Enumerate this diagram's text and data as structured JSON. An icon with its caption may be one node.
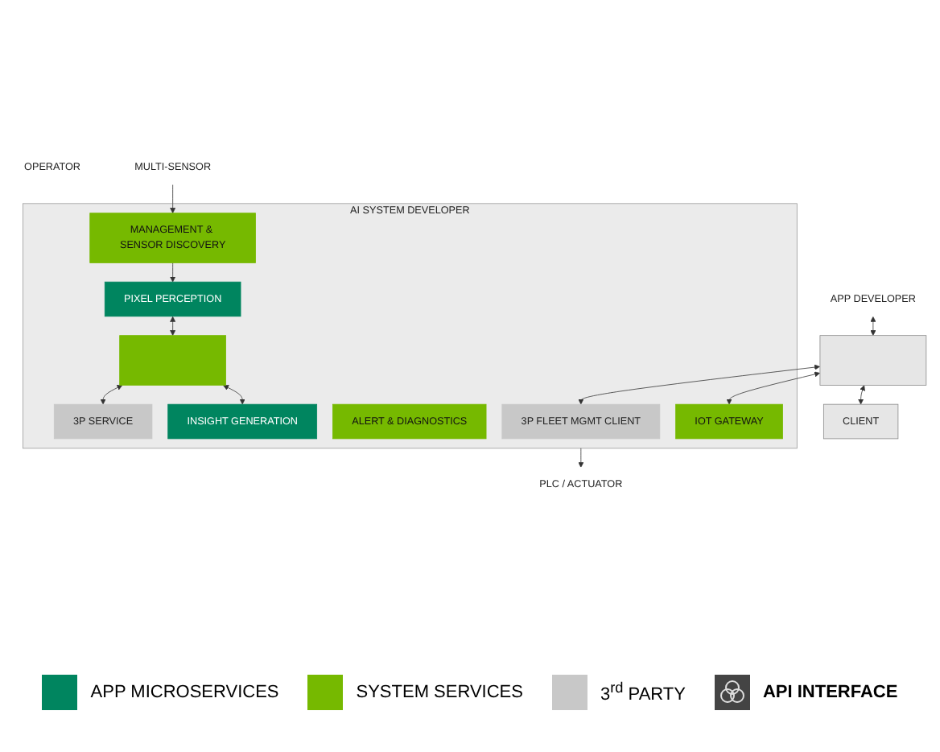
{
  "diagram": {
    "nodes": [
      {
        "text": [
          "APP DEVELOPER"
        ]
      },
      {
        "text": [],
        "shape": "box"
      },
      {
        "text": [
          "CLIENT"
        ]
      },
      {
        "text": [
          "OPERATOR"
        ]
      },
      {
        "text": [
          "AI SYSTEM DEVELOPER"
        ]
      },
      {
        "text": [
          "3P FLEET MGMT CLIENT"
        ],
        "in": 4
      },
      {
        "text": [
          "IOT GATEWAY"
        ],
        "in": 4
      },
      {
        "text": [
          "ALERT & DIAGNOSTICS"
        ],
        "in": 4
      },
      {
        "text": [
          "MANAGEMENT & SENSOR DISCOVERY"
        ],
        "in": 4
      },
      {
        "text": [
          "PIXEL PERCEPTION"
        ],
        "in": 4
      },
      {
        "text": [],
        "shape": "box",
        "in": 4
      },
      {
        "text": [
          "3P SERVICE"
        ],
        "in": 4
      },
      {
        "text": [
          "INSIGHT GENERATION"
        ],
        "in": 4
      },
      {
        "text": [
          "MULTI-SENSOR"
        ]
      },
      {
        "text": [
          "PLC / ACTUATOR"
        ]
      }
    ],
    "edges": [
      {
        "from": 0,
        "to": 1,
        "arrow": "both"
      },
      {
        "from": 1,
        "to": 2,
        "arrow": "both"
      },
      {
        "from": 1,
        "to": 5,
        "arrow": "both"
      },
      {
        "from": 1,
        "to": 6,
        "arrow": "both"
      },
      {
        "from": 13,
        "to": 8,
        "arrow": "to"
      },
      {
        "from": 8,
        "to": 9,
        "arrow": "to"
      },
      {
        "from": 9,
        "to": 10,
        "arrow": "both"
      },
      {
        "from": 10,
        "to": 11,
        "arrow": "both"
      },
      {
        "from": 10,
        "to": 12,
        "arrow": "both"
      },
      {
        "from": 4,
        "to": 14,
        "arrow": "to"
      }
    ],
    "legend": [
      {
        "text": "APP MICROSERVICES",
        "color": "#00855f"
      },
      {
        "text": "SYSTEM SERVICES",
        "color": "#76b900"
      },
      {
        "text": "3$^{rd}$ PARTY",
        "color": "#c8c8c8"
      },
      {
        "text": "API INTERFACE"
      }
    ]
  }
}
